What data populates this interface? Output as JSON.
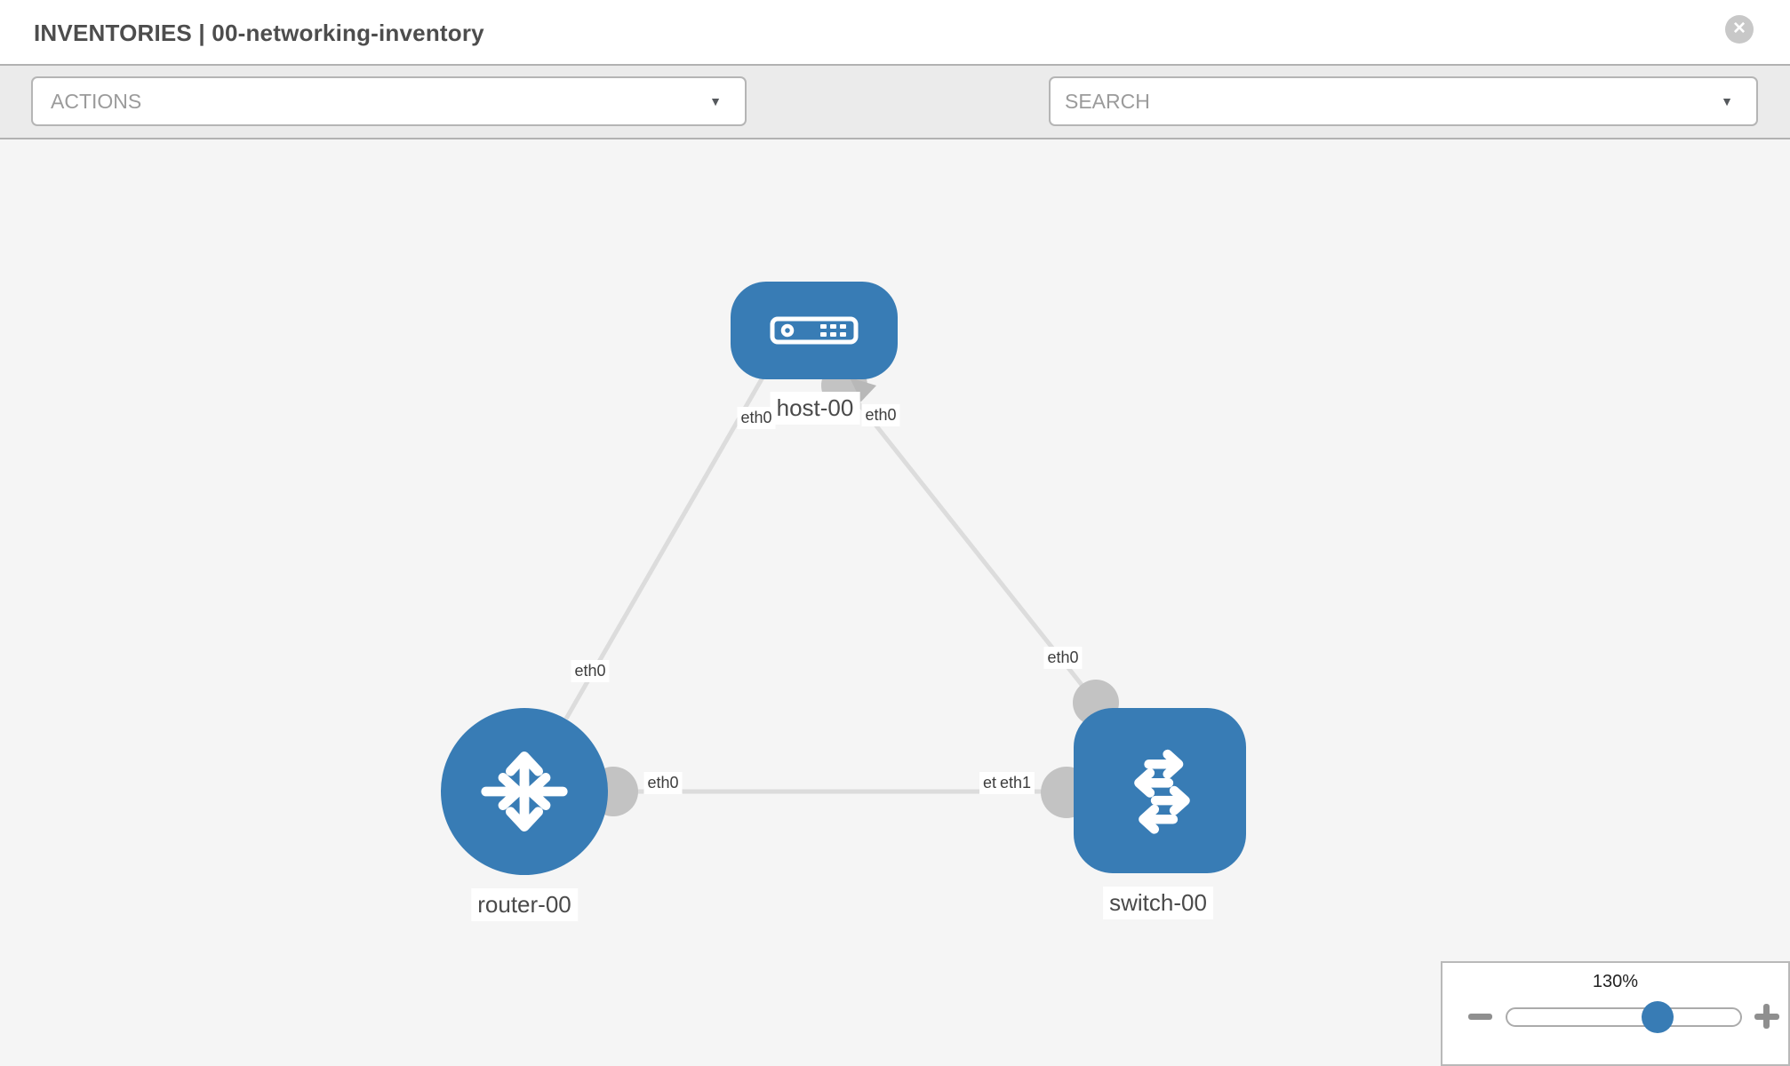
{
  "header": {
    "title": "INVENTORIES | 00-networking-inventory",
    "close_glyph": "×"
  },
  "toolbar": {
    "actions_label": "ACTIONS",
    "search_placeholder": "SEARCH",
    "caret_glyph": "▼"
  },
  "canvas": {
    "nodes": {
      "host": {
        "label": "host-00",
        "type": "host"
      },
      "router": {
        "label": "router-00",
        "type": "router"
      },
      "switch": {
        "label": "switch-00",
        "type": "switch"
      }
    },
    "edge_labels": {
      "host_to_router_host_end": "eth0",
      "host_to_router_router_end": "eth0",
      "host_to_switch_host_end": "eth0",
      "host_to_switch_switch_end": "eth0",
      "router_to_switch_router_end": "eth0",
      "router_to_switch_switch_end_back": "eth0",
      "router_to_switch_switch_end_front": "eth1"
    }
  },
  "zoom_control": {
    "level": "130%"
  },
  "colors": {
    "node_fill": "#387cb5",
    "edge_line": "#dcdcdc",
    "port_circle": "#c3c3c3",
    "toolbar_bg": "#ebebeb",
    "canvas_bg": "#f5f5f5",
    "title_text": "#4d4d4d"
  }
}
